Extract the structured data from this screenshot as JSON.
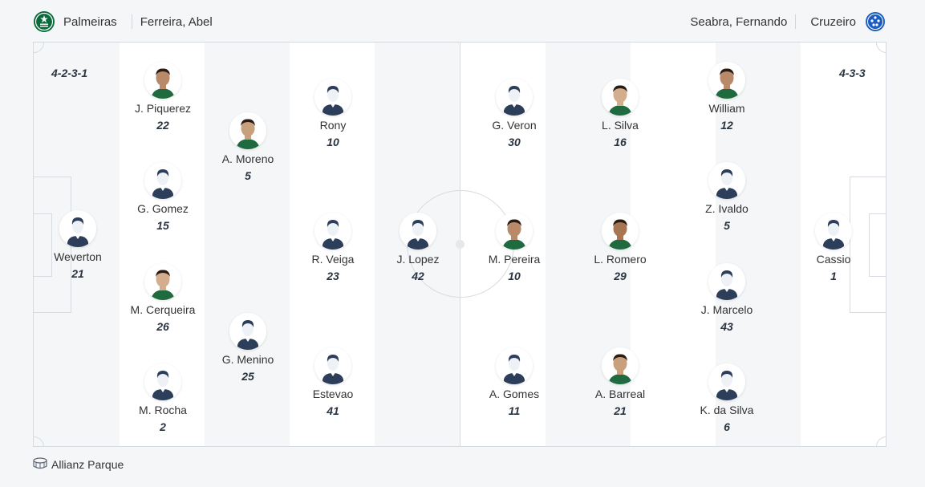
{
  "header": {
    "home": {
      "team": "Palmeiras",
      "coach": "Ferreira, Abel",
      "crest_color": "#0a6b3a"
    },
    "away": {
      "team": "Cruzeiro",
      "coach": "Seabra, Fernando",
      "crest_color": "#1a5dbf"
    }
  },
  "formations": {
    "home": "4-2-3-1",
    "away": "4-3-3"
  },
  "players": {
    "home": [
      {
        "name": "Weverton",
        "number": "21",
        "photo": "silhouette-icon"
      },
      {
        "name": "J. Piquerez",
        "number": "22",
        "photo": "player-photo"
      },
      {
        "name": "G. Gomez",
        "number": "15",
        "photo": "silhouette-icon"
      },
      {
        "name": "M. Cerqueira",
        "number": "26",
        "photo": "player-photo"
      },
      {
        "name": "M. Rocha",
        "number": "2",
        "photo": "silhouette-icon"
      },
      {
        "name": "A. Moreno",
        "number": "5",
        "photo": "player-photo"
      },
      {
        "name": "G. Menino",
        "number": "25",
        "photo": "silhouette-icon"
      },
      {
        "name": "Rony",
        "number": "10",
        "photo": "silhouette-icon"
      },
      {
        "name": "R. Veiga",
        "number": "23",
        "photo": "silhouette-icon"
      },
      {
        "name": "Estevao",
        "number": "41",
        "photo": "silhouette-icon"
      },
      {
        "name": "J. Lopez",
        "number": "42",
        "photo": "silhouette-icon"
      }
    ],
    "away": [
      {
        "name": "G. Veron",
        "number": "30",
        "photo": "silhouette-icon"
      },
      {
        "name": "M. Pereira",
        "number": "10",
        "photo": "player-photo"
      },
      {
        "name": "A. Gomes",
        "number": "11",
        "photo": "silhouette-icon"
      },
      {
        "name": "L. Silva",
        "number": "16",
        "photo": "player-photo"
      },
      {
        "name": "L. Romero",
        "number": "29",
        "photo": "player-photo"
      },
      {
        "name": "A. Barreal",
        "number": "21",
        "photo": "player-photo"
      },
      {
        "name": "William",
        "number": "12",
        "photo": "player-photo"
      },
      {
        "name": "Z. Ivaldo",
        "number": "5",
        "photo": "silhouette-icon"
      },
      {
        "name": "J. Marcelo",
        "number": "43",
        "photo": "silhouette-icon"
      },
      {
        "name": "K. da Silva",
        "number": "6",
        "photo": "silhouette-icon"
      },
      {
        "name": "Cassio",
        "number": "1",
        "photo": "silhouette-icon"
      }
    ]
  },
  "footer": {
    "stadium": "Allianz Parque",
    "icon": "stadium-icon"
  },
  "colors": {
    "stripe_light": "#ffffff",
    "stripe_dark": "#f4f6f8",
    "text_dark": "#2a3441",
    "silhouette": "#2d3e5a"
  }
}
